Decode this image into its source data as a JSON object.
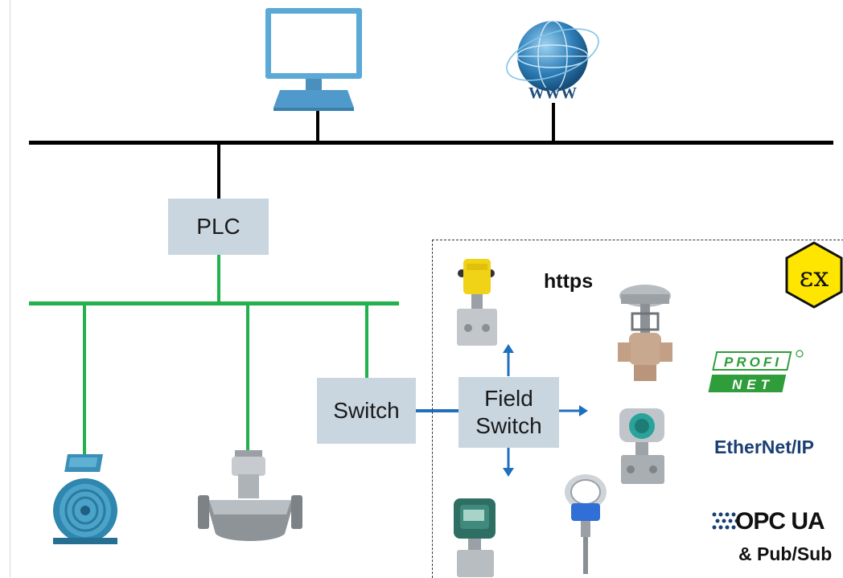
{
  "nodes": {
    "plc_label": "PLC",
    "switch_label": "Switch",
    "field_switch_line1": "Field",
    "field_switch_line2": "Switch"
  },
  "protocols": {
    "https_label": "https",
    "ex_mark": "εx",
    "profinet_top": "PROFI",
    "profinet_bottom": "NET",
    "ethernet_ip": "EtherNet/IP",
    "opc_ua": "OPC UA",
    "pub_sub": "& Pub/Sub"
  },
  "icons": {
    "www_text": "WWW"
  },
  "colors": {
    "plant_bus": "#000000",
    "field_bus": "#22b14c",
    "field_link": "#1f6fbf",
    "node_fill": "#c9d6e0",
    "ex_yellow": "#ffe600",
    "profinet_green": "#2e9d3a"
  }
}
